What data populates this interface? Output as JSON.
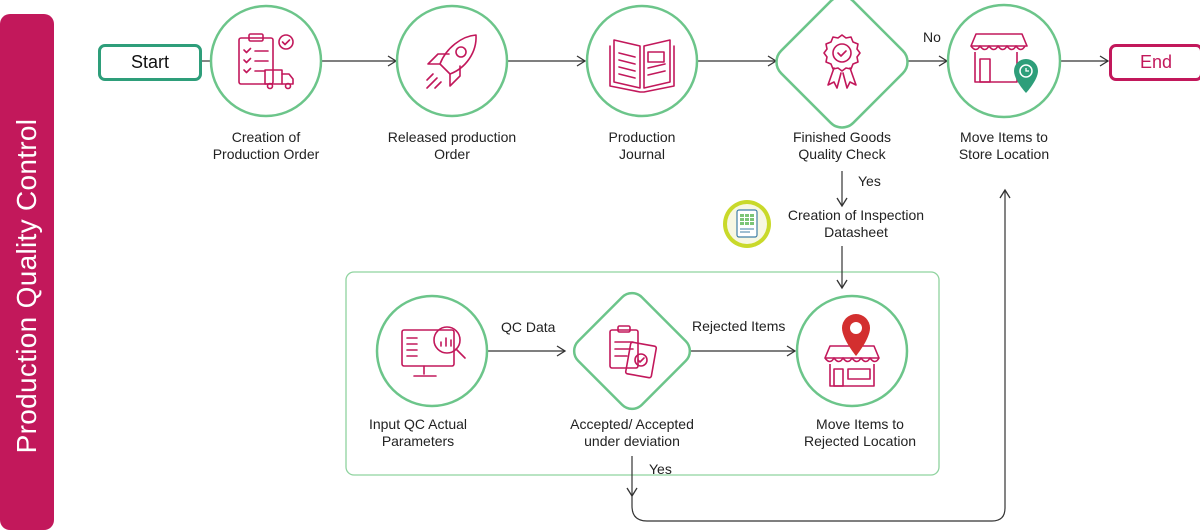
{
  "sidebar": {
    "title": "Production Quality Control"
  },
  "terminals": {
    "start": "Start",
    "end": "End"
  },
  "nodes": {
    "creation_order": "Creation of\nProduction Order",
    "released_order": "Released production\nOrder",
    "production_journal": "Production\nJournal",
    "quality_check": "Finished Goods\nQuality Check",
    "store_location": "Move Items to\nStore Location",
    "inspection_datasheet": "Creation of Inspection\nDatasheet",
    "input_qc": "Input QC Actual\nParameters",
    "accepted": "Accepted/ Accepted\nunder deviation",
    "rejected_location": "Move Items to\nRejected Location"
  },
  "edges": {
    "no": "No",
    "yes_check": "Yes",
    "qc_data": "QC Data",
    "rejected_items": "Rejected Items",
    "yes_accepted": "Yes"
  },
  "colors": {
    "accent": "#c2185b",
    "node_border": "#6cc58a",
    "start_border": "#2e9e7a",
    "icon": "#c2185b"
  },
  "icons": {
    "creation_order": "clipboard-checklist-icon",
    "released_order": "rocket-icon",
    "production_journal": "newspaper-icon",
    "quality_check": "award-ribbon-icon",
    "store_location": "store-location-pin-icon",
    "inspection_datasheet": "spreadsheet-icon",
    "input_qc": "monitor-magnifier-chart-icon",
    "accepted": "clipboard-approved-icon",
    "rejected_location": "store-red-pin-icon"
  }
}
